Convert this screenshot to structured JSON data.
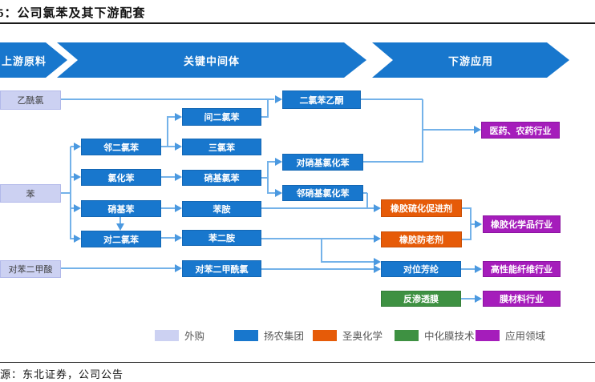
{
  "title": "5：公司氯苯及其下游配套",
  "source_text": "源：东北证券，公司公告",
  "banner": {
    "stages": [
      "上游原料",
      "关键中间体",
      "下游应用"
    ]
  },
  "nodes": {
    "acetyl_chloride": "乙酰氯",
    "benzene": "苯",
    "pta": "对苯二甲酸",
    "o_dcb": "邻二氯苯",
    "chlorobenzene": "氯化苯",
    "nitrobenzene": "硝基苯",
    "p_dcb": "对二氯苯",
    "m_dcb": "间二氯苯",
    "tcb": "三氯苯",
    "ncb": "硝基氯苯",
    "aniline": "苯胺",
    "ppd": "苯二胺",
    "tpc": "对苯二甲酰氯",
    "dcap": "二氯苯乙酮",
    "pncb": "对硝基氯化苯",
    "oncb": "邻硝基氯化苯",
    "accelerator": "橡胶硫化促进剂",
    "antioxidant": "橡胶防老剂",
    "aramid": "对位芳纶",
    "ro_membrane": "反渗透膜",
    "pharma": "医药、农药行业",
    "rubber_chem": "橡胶化学品行业",
    "fiber": "高性能纤维行业",
    "membrane": "膜材料行业"
  },
  "legend": [
    {
      "label": "外购",
      "color": "#ccd1f2"
    },
    {
      "label": "扬农集团",
      "color": "#1877cd"
    },
    {
      "label": "圣奥化学",
      "color": "#e65b08"
    },
    {
      "label": "中化膜技术",
      "color": "#3e9142"
    },
    {
      "label": "应用领域",
      "color": "#a51dbb"
    }
  ],
  "colors": {
    "banner_blue": "#1877cd",
    "connector": "#74b2e9",
    "arrowhead": "#4b99e0"
  }
}
